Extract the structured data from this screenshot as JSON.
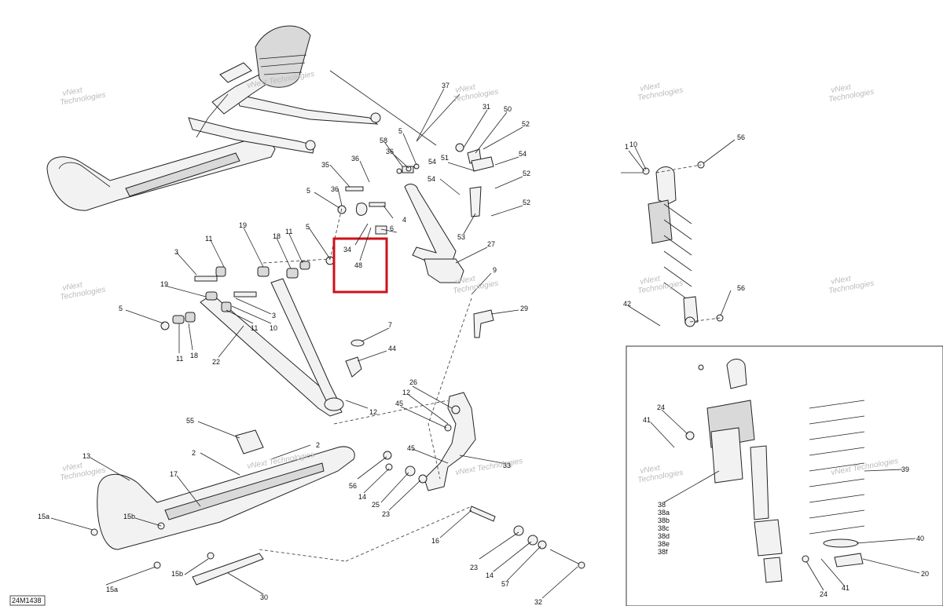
{
  "diagram": {
    "reference_code": "24M1438",
    "watermark_line1": "vNext",
    "watermark_line2": "Technologies",
    "watermark_full": "vNext Technologies",
    "highlight_color": "#d0101a",
    "callouts": [
      "1",
      "2",
      "3",
      "4",
      "5",
      "6",
      "7",
      "9",
      "10",
      "11",
      "12",
      "13",
      "14",
      "15a",
      "15b",
      "16",
      "17",
      "18",
      "19",
      "20",
      "22",
      "23",
      "24",
      "25",
      "26",
      "27",
      "29",
      "30",
      "31",
      "32",
      "33",
      "34",
      "35",
      "36",
      "37",
      "38",
      "38a",
      "38b",
      "38c",
      "38d",
      "38e",
      "38f",
      "39",
      "40",
      "41",
      "42",
      "44",
      "45",
      "48",
      "50",
      "51",
      "52",
      "53",
      "54",
      "55",
      "56",
      "57",
      "58"
    ],
    "highlighted_callouts": [
      "34",
      "48"
    ]
  }
}
